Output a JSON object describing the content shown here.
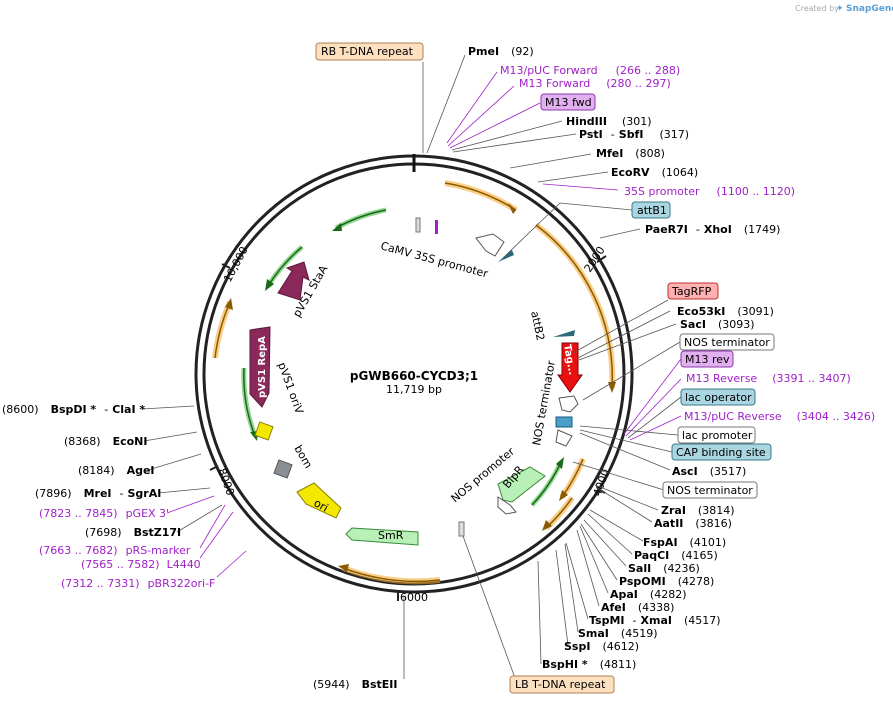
{
  "credit": {
    "prefix": "Created by",
    "brand": "SnapGene"
  },
  "plasmid": {
    "name": "pGWB660-CYCD3;1",
    "size": "11,719 bp"
  },
  "ticks": [
    "2000",
    "4000",
    "6000",
    "8000",
    "10,000"
  ],
  "sites": {
    "pmei": {
      "name": "PmeI",
      "pos": "(92)"
    },
    "hindiii": {
      "name": "HindIII",
      "pos": "(301)"
    },
    "psti": {
      "name": "PstI",
      "sep": "-",
      "name2": "SbfI",
      "pos": "(317)"
    },
    "mfei": {
      "name": "MfeI",
      "pos": "(808)"
    },
    "ecorv": {
      "name": "EcoRV",
      "pos": "(1064)"
    },
    "paer7i": {
      "name": "PaeR7I",
      "sep": "-",
      "name2": "XhoI",
      "pos": "(1749)"
    },
    "eco53ki": {
      "name": "Eco53kI",
      "pos": "(3091)"
    },
    "saci": {
      "name": "SacI",
      "pos": "(3093)"
    },
    "asci": {
      "name": "AscI",
      "pos": "(3517)"
    },
    "zrai": {
      "name": "ZraI",
      "pos": "(3814)"
    },
    "aatii": {
      "name": "AatII",
      "pos": "(3816)"
    },
    "fspai": {
      "name": "FspAI",
      "pos": "(4101)"
    },
    "paqci": {
      "name": "PaqCI",
      "pos": "(4165)"
    },
    "sali": {
      "name": "SalI",
      "pos": "(4236)"
    },
    "pspomi": {
      "name": "PspOMI",
      "pos": "(4278)"
    },
    "apai": {
      "name": "ApaI",
      "pos": "(4282)"
    },
    "afei": {
      "name": "AfeI",
      "pos": "(4338)"
    },
    "tspmi": {
      "name": "TspMI",
      "sep": "-",
      "name2": "XmaI",
      "pos": "(4517)"
    },
    "smai": {
      "name": "SmaI",
      "pos": "(4519)"
    },
    "sspi": {
      "name": "SspI",
      "pos": "(4612)"
    },
    "bsphi": {
      "name": "BspHI *",
      "pos": "(4811)"
    },
    "bsteii": {
      "name": "BstEII",
      "pos": "(5944)"
    },
    "bstz17i": {
      "name": "BstZ17I",
      "pos": "(7698)"
    },
    "mrei": {
      "name": "MreI",
      "sep": "-",
      "name2": "SgrAI",
      "pos": "(7896)"
    },
    "agei": {
      "name": "AgeI",
      "pos": "(8184)"
    },
    "econi": {
      "name": "EcoNI",
      "pos": "(8368)"
    },
    "bspdi": {
      "name": "BspDI *",
      "sep": "-",
      "name2": "ClaI *",
      "pos": "(8600)"
    }
  },
  "primers": {
    "m13puc_fwd": {
      "name": "M13/pUC Forward",
      "range": "(266 .. 288)"
    },
    "m13_fwd": {
      "name": "M13 Forward",
      "range": "(280 .. 297)"
    },
    "p35s": {
      "name": "35S promoter",
      "range": "(1100 .. 1120)"
    },
    "m13_rev": {
      "name": "M13 Reverse",
      "range": "(3391 .. 3407)"
    },
    "m13puc_rev": {
      "name": "M13/pUC Reverse",
      "range": "(3404 .. 3426)"
    },
    "pgex3": {
      "name": "pGEX 3'",
      "range": "(7823 .. 7845)"
    },
    "prs_marker": {
      "name": "pRS-marker",
      "range": "(7663 .. 7682)"
    },
    "l4440": {
      "name": "L4440",
      "range": "(7565 .. 7582)"
    },
    "pbr322": {
      "name": "pBR322ori-F",
      "range": "(7312 .. 7331)"
    }
  },
  "boxes": {
    "rb": "RB T-DNA repeat",
    "m13fwd": "M13 fwd",
    "attb1": "attB1",
    "tagrfp": "TagRFP",
    "nos_term1": "NOS terminator",
    "m13rev": "M13 rev",
    "lac_op": "lac operator",
    "lac_prom": "lac promoter",
    "cap": "CAP binding site",
    "nos_term2": "NOS terminator",
    "lb": "LB T-DNA repeat"
  },
  "inner": {
    "camv": "CaMV 35S promoter",
    "attb2": "attB2",
    "tag": "Tag...",
    "nos_term_in": "NOS terminator",
    "nos_prom": "NOS promoter",
    "blpr": "BlpR",
    "smr": "SmR",
    "ori": "ori",
    "bom": "bom",
    "pvs1_oriv": "pVS1 oriV",
    "pvs1_repa": "pVS1 RepA",
    "pvs1_staa": "pVS1 StaA"
  },
  "colors": {
    "backbone": "#222222",
    "orf": "#f5a623",
    "primer": "#a020c8",
    "green_arrow": "#3db83d",
    "pvs1": "#8b2a5a",
    "tagrfp": "#e81010",
    "ori": "#f2e800",
    "smr": "#b8f0b8",
    "attb_box": "#a9d6e0",
    "t_dna_box": "#fde0c0"
  }
}
